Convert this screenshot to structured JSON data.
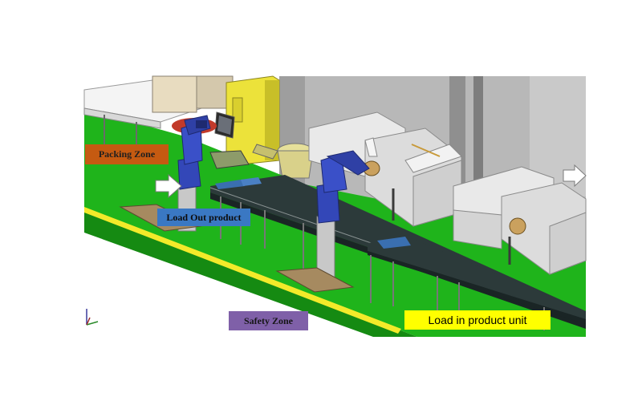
{
  "labels": {
    "packing_zone": "Packing Zone",
    "load_out": "Load Out product",
    "safety_zone": "Safety Zone",
    "load_in": "Load in product unit"
  },
  "colors": {
    "floor": "#1fb41b",
    "safety_line": "#f3ea2a",
    "robot": "#3347b8",
    "machine": "#e2e2e2",
    "wall": "#b9b9b9",
    "controller": "#ece23a",
    "packing_tag": "#c55a11",
    "loadout_tag": "#3a78c3",
    "safety_tag": "#7f60a8",
    "loadin_tag": "#ffff00"
  }
}
